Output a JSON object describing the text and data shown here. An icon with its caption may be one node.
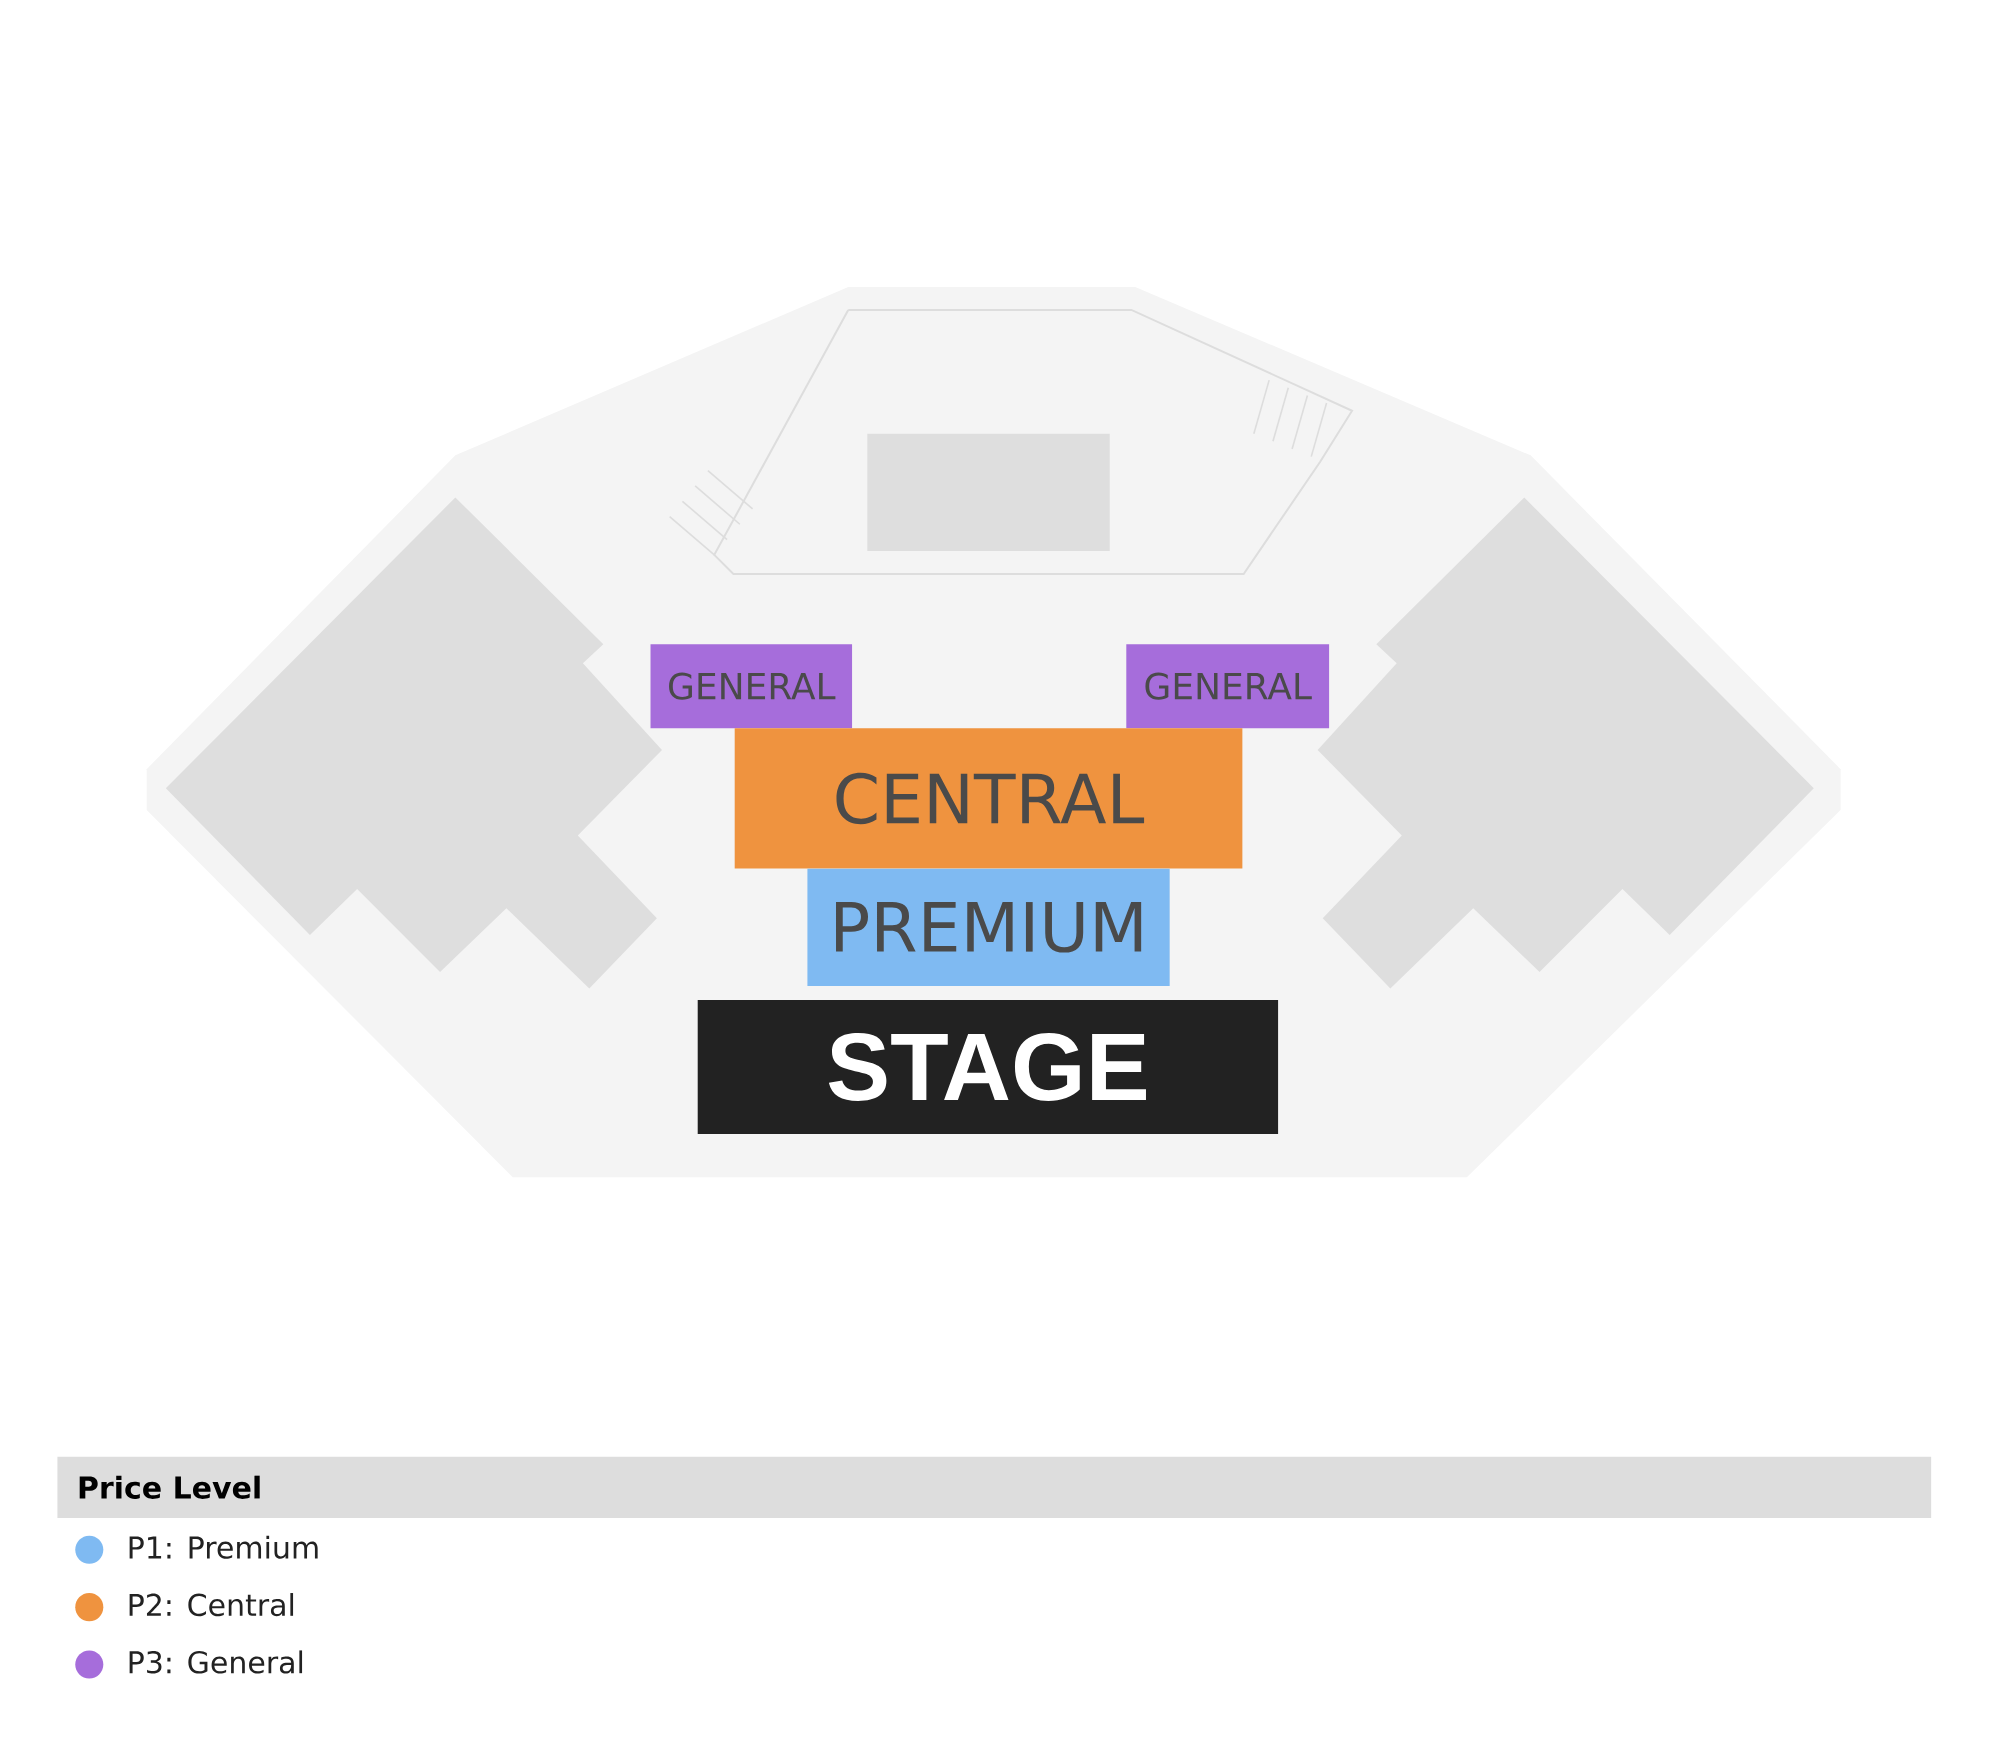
{
  "diagram": {
    "nodes": [
      {
        "text": [
          "GENERAL"
        ]
      },
      {
        "text": [
          "GENERAL"
        ]
      },
      {
        "text": [
          "CENTRAL"
        ]
      },
      {
        "text": [
          "PREMIUM"
        ]
      },
      {
        "text": [
          "STAGE"
        ]
      }
    ],
    "labels": [
      "Price Level"
    ],
    "legend": [
      {
        "text": "P1: Premium",
        "color": "#7fbaf2"
      },
      {
        "text": "P2: Central",
        "color": "#ef933f"
      },
      {
        "text": "P3: General",
        "color": "#a66ddb"
      }
    ]
  }
}
